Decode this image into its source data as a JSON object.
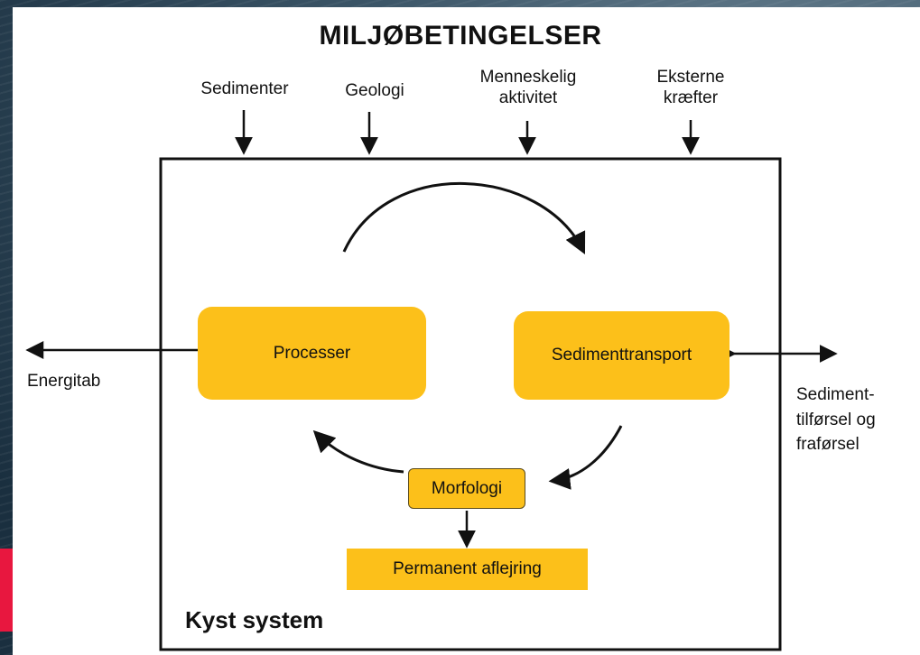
{
  "title": "MILJØBETINGELSER",
  "factors": [
    {
      "label": "Sedimenter"
    },
    {
      "label": "Geologi"
    },
    {
      "label": "Menneskelig aktivitet"
    },
    {
      "label": "Eksterne kræfter"
    }
  ],
  "boxes": {
    "processer": "Processer",
    "sedimenttransport": "Sedimenttransport",
    "morfologi": "Morfologi",
    "permanent": "Permanent aflejring"
  },
  "side_labels": {
    "energitab": "Energitab",
    "sediment": "Sediment-tilførsel og fraførsel"
  },
  "system_label": "Kyst system",
  "colors": {
    "box_fill": "#fcc01a",
    "morfologi_border": "#5a4b1c",
    "stroke": "#111111",
    "accent_red": "#e8173f"
  }
}
